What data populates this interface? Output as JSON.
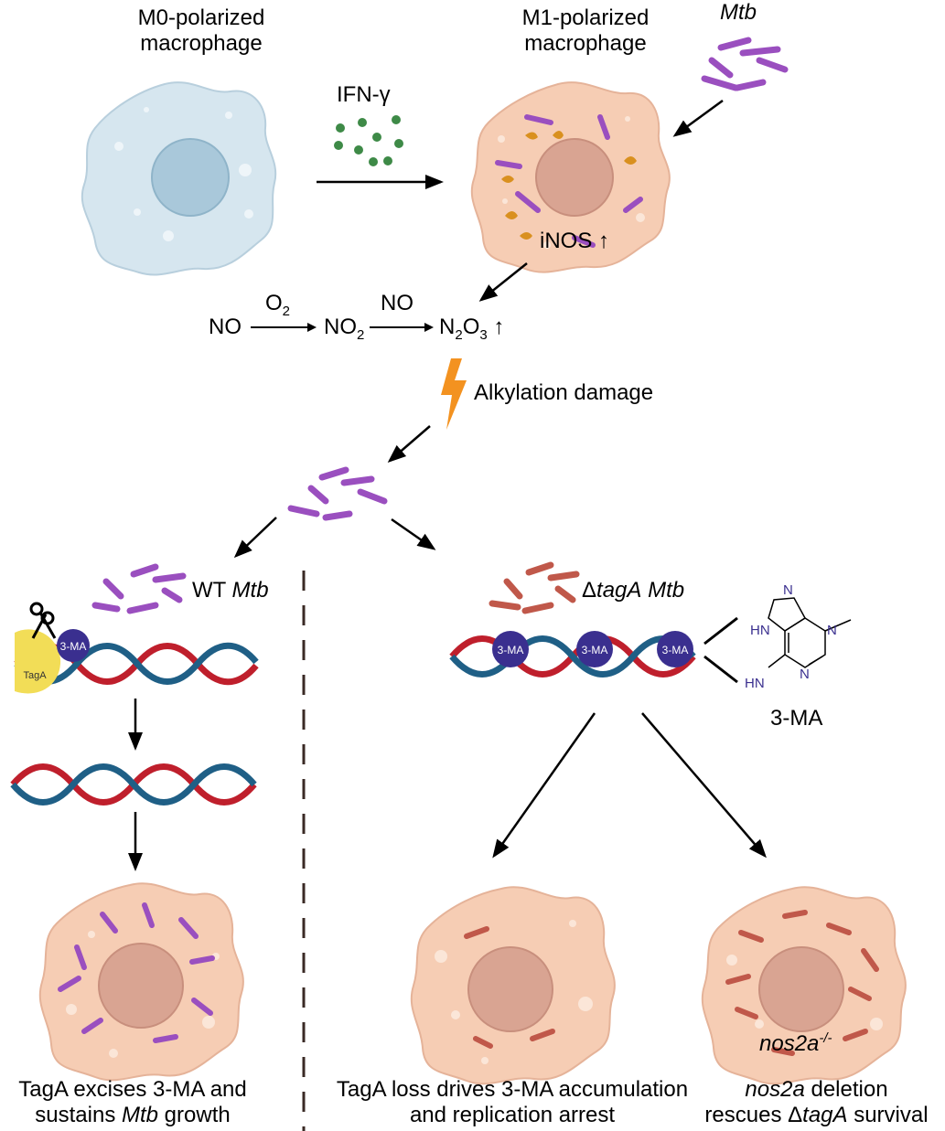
{
  "labels": {
    "m0_line1": "M0-polarized",
    "m0_line2": "macrophage",
    "m1_line1": "M1-polarized",
    "m1_line2": "macrophage",
    "mtb_top": "Mtb",
    "ifn": "IFN-γ",
    "inos": "iNOS",
    "up_arrow": "↑"
  },
  "reaction": {
    "no": "NO",
    "o2": "O",
    "o2_sub": "2",
    "no2": "NO",
    "no2_sub": "2",
    "no_mid": "NO",
    "n2o3_n": "N",
    "n2o3_sub1": "2",
    "n2o3_o": "O",
    "n2o3_sub2": "3",
    "up_arrow": "↑"
  },
  "damage": {
    "label": "Alkylation damage"
  },
  "left_branch": {
    "wt_prefix": "WT ",
    "wt_mtb": "Mtb",
    "enzyme": "TagA",
    "lesion": "3-MA",
    "caption_line1": "TagA excises 3-MA and",
    "caption_line2_prefix": "sustains ",
    "caption_line2_mtb": "Mtb",
    "caption_line2_suffix": " growth"
  },
  "right_branch": {
    "delta": "Δ",
    "tagA": "tagA",
    "mtb": "Mtb",
    "lesion": "3-MA",
    "structure_label": "3-MA",
    "atom_n": "N",
    "atom_hn_top": "HN",
    "atom_hn_bottom": "HN",
    "nos2a": "nos2a",
    "nos2a_sup": "-/-",
    "caption_mid_line1": "TagA loss drives 3-MA accumulation",
    "caption_mid_line2": "and replication arrest",
    "caption_right_line1_it": "nos2a",
    "caption_right_line1_rest": " deletion",
    "caption_right_line2_prefix": "rescues Δ",
    "caption_right_line2_it": "tagA",
    "caption_right_line2_suffix": " survival"
  },
  "colors": {
    "m0_cell": "#d6e6ef",
    "m0_nucleus": "#a9c8da",
    "m1_cell": "#f6cdb4",
    "m1_nucleus": "#d9a492",
    "mtb_wt": "#9a4fbf",
    "mtb_mutant": "#c0584a",
    "dna_red": "#bf1f2c",
    "dna_blue": "#1f5f86",
    "lesion": "#3a2f8f",
    "taga": "#f2dd57",
    "ifn_dots": "#3e8a47",
    "mito": "#d9901f",
    "lightning": "#f39220"
  }
}
